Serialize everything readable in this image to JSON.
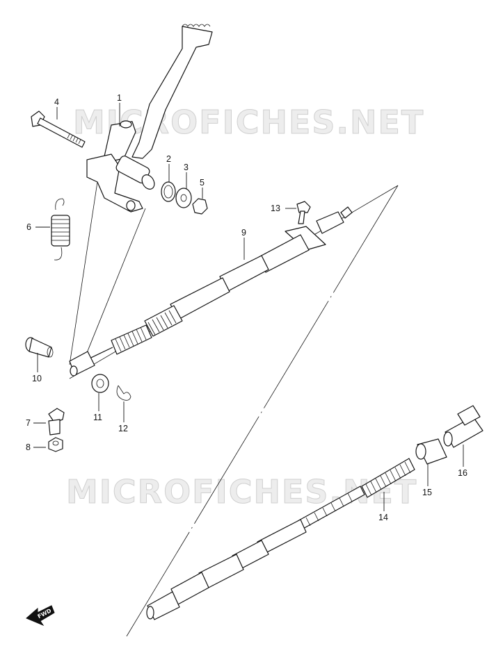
{
  "watermarks": [
    "MICROFICHES.NET",
    "MICROFICHES.NET"
  ],
  "callouts": {
    "c1": "1",
    "c2": "2",
    "c3": "3",
    "c4": "4",
    "c5": "5",
    "c6": "6",
    "c7": "7",
    "c8": "8",
    "c9": "9",
    "c10": "10",
    "c11": "11",
    "c12": "12",
    "c13": "13",
    "c14": "14",
    "c15": "15",
    "c16": "16"
  },
  "fwd_label": "FWD"
}
